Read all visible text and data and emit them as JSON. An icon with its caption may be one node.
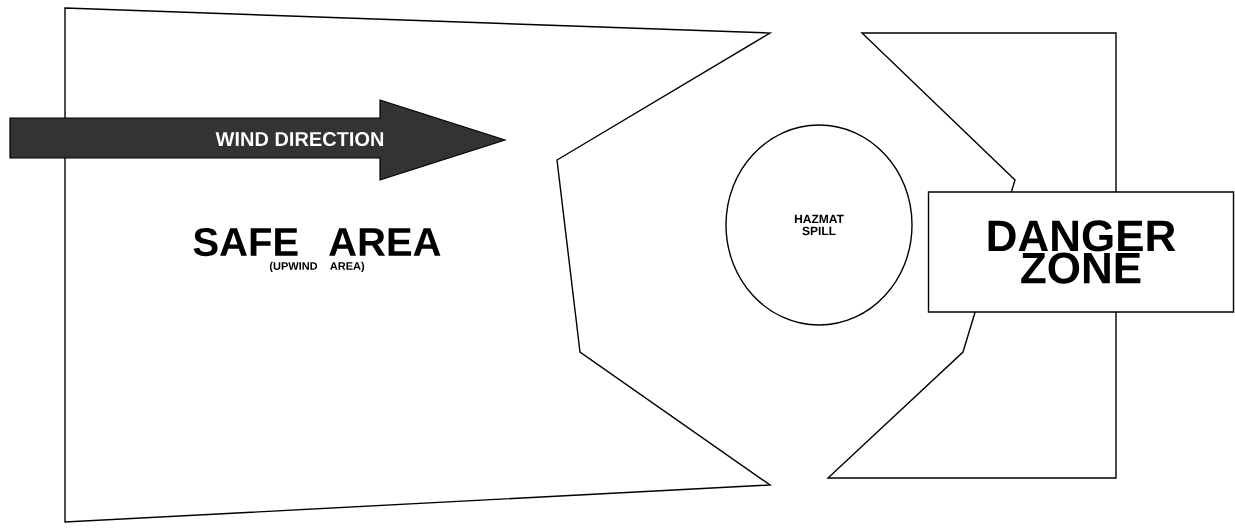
{
  "diagram": {
    "nodes": [
      {
        "text": [
          "SAFE AREA",
          "(UPWIND AREA)"
        ]
      },
      {
        "text": [
          "HAZMAT SPILL"
        ]
      },
      {
        "text": [],
        "shape": "polygon"
      },
      {
        "text": [
          "DANGER ZONE"
        ]
      }
    ],
    "labels": [
      "WIND DIRECTION"
    ]
  }
}
